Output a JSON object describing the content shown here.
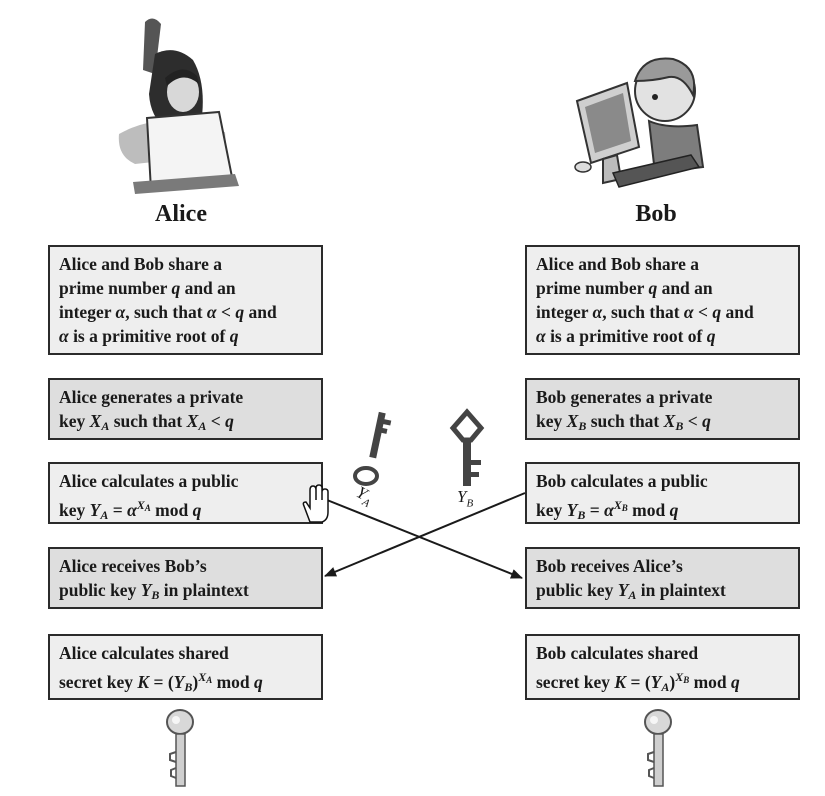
{
  "alice": {
    "name": "Alice",
    "share_line1": "Alice and Bob share a",
    "share_line2_pre": "prime number ",
    "share_line2_var": "q",
    "share_line2_post": " and an",
    "share_line3_pre": "integer ",
    "share_line3_var1": "α",
    "share_line3_mid": ", such that ",
    "share_line3_var2": "α",
    "share_line3_op": " < ",
    "share_line3_var3": "q",
    "share_line3_post": " and",
    "share_line4_var": "α",
    "share_line4_mid": " is a primitive root of ",
    "share_line4_var2": "q",
    "gen_line1": "Alice generates a private",
    "gen_line2_pre": "key ",
    "gen_key": "X",
    "gen_sub": "A",
    "gen_mid": " such that ",
    "gen_key2": "X",
    "gen_sub2": "A",
    "gen_post": " < ",
    "gen_q": "q",
    "calc_line1": "Alice calculates a public",
    "calc_line2_pre": "key ",
    "calc_Y": "Y",
    "calc_Ysub": "A",
    "calc_eq": " = ",
    "calc_alpha": "α",
    "calc_exp": "X",
    "calc_expsub": "A",
    "calc_mod": " mod ",
    "calc_q": "q",
    "recv_line1": "Alice receives Bob’s",
    "recv_line2_pre": "public key ",
    "recv_Y": "Y",
    "recv_Ysub": "B",
    "recv_post": " in plaintext",
    "shared_line1": "Alice calculates shared",
    "shared_line2_pre": "secret key ",
    "shared_K": "K",
    "shared_eq": " = (",
    "shared_Y": "Y",
    "shared_Ysub": "B",
    "shared_close": ")",
    "shared_exp": "X",
    "shared_expsub": "A",
    "shared_mod": " mod ",
    "shared_q": "q"
  },
  "bob": {
    "name": "Bob",
    "share_line1": "Alice and Bob share a",
    "share_line2_pre": "prime number ",
    "share_line2_var": "q",
    "share_line2_post": " and an",
    "share_line3_pre": "integer ",
    "share_line3_var1": "α",
    "share_line3_mid": ", such that ",
    "share_line3_var2": "α",
    "share_line3_op": " < ",
    "share_line3_var3": "q",
    "share_line3_post": " and",
    "share_line4_var": "α",
    "share_line4_mid": " is a primitive root of ",
    "share_line4_var2": "q",
    "gen_line1": "Bob generates a private",
    "gen_line2_pre": "key ",
    "gen_key": "X",
    "gen_sub": "B",
    "gen_mid": " such that ",
    "gen_key2": "X",
    "gen_sub2": "B",
    "gen_post": " < ",
    "gen_q": "q",
    "calc_line1": "Bob calculates a public",
    "calc_line2_pre": "key ",
    "calc_Y": "Y",
    "calc_Ysub": "B",
    "calc_eq": " = ",
    "calc_alpha": "α",
    "calc_exp": "X",
    "calc_expsub": "B",
    "calc_mod": " mod ",
    "calc_q": "q",
    "recv_line1": "Bob receives Alice’s",
    "recv_line2_pre": "public key ",
    "recv_Y": "Y",
    "recv_Ysub": "A",
    "recv_post": " in plaintext",
    "shared_line1": "Bob calculates shared",
    "shared_line2_pre": "secret key ",
    "shared_K": "K",
    "shared_eq": " = (",
    "shared_Y": "Y",
    "shared_Ysub": "A",
    "shared_close": ")",
    "shared_exp": "X",
    "shared_expsub": "B",
    "shared_mod": " mod ",
    "shared_q": "q"
  },
  "keys": {
    "ya_label": "Y",
    "ya_sub": "A",
    "yb_label": "Y",
    "yb_sub": "B"
  },
  "colors": {
    "box_light": "#eeeeee",
    "box_dark": "#dedede",
    "border": "#2b2b2b",
    "key_icon": "#444444"
  }
}
